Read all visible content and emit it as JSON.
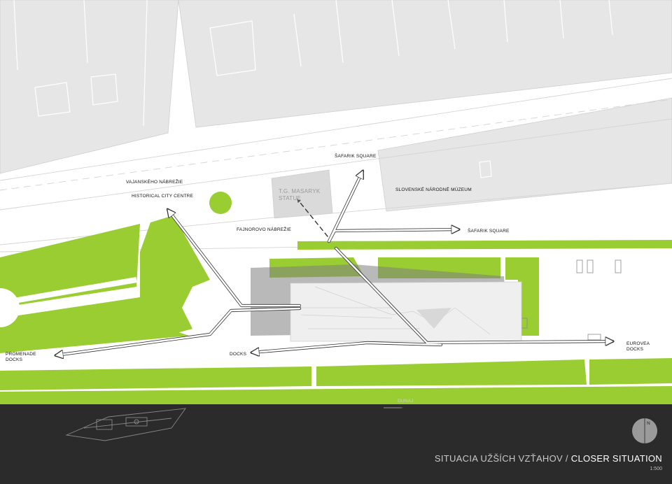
{
  "labels": {
    "vajanskeho": "VAJANSKÉHO NÁBREŽIE",
    "historical": "HISTORICAL CITY CENTRE",
    "safarik_top": "ŠAFARIK SQUARE",
    "museum": "SLOVENSKÉ NÁRODNÉ MÚZEUM",
    "statue_1": "T.G. MASARYK",
    "statue_2": "STATUE",
    "fajnorovo": "FAJNOROVO NÁBREŽIE",
    "safarik_right": "ŠAFARIK SQUARE",
    "promenade_1": "PROMENADE",
    "promenade_2": "DOCKS",
    "docks": "DOCKS",
    "eurovea_1": "EUROVEA",
    "eurovea_2": "DOCKS",
    "dunaj": "DUNAJ",
    "north": "N"
  },
  "title": {
    "part1": "SITUACIA UŽŠÍCH VZŤAHOV / ",
    "part2": "CLOSER SITUATION",
    "scale": "1:500"
  },
  "colors": {
    "green": "#9acd32",
    "buildings": "#e6e6e6",
    "river": "#2b2b2b",
    "arrow": "#ffffff",
    "arrow_outline": "#333333"
  }
}
